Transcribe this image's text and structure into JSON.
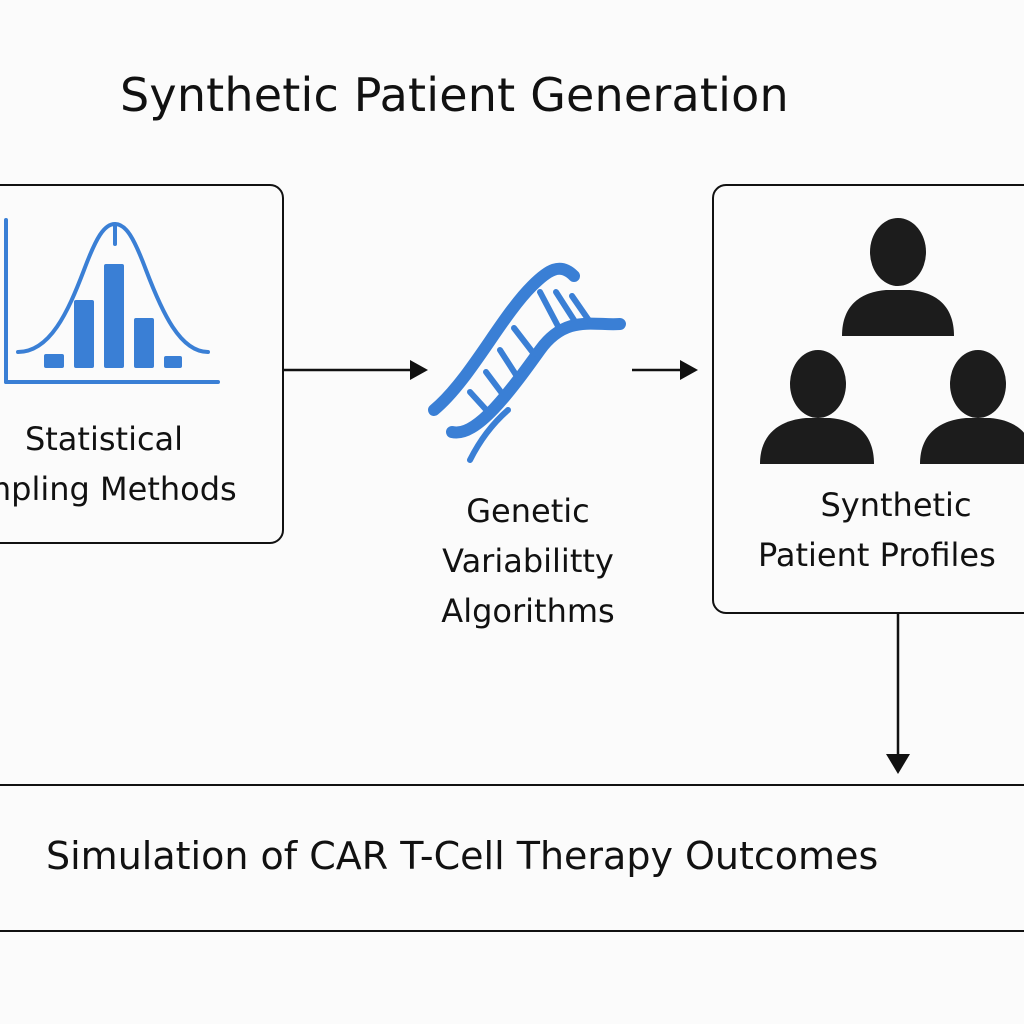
{
  "title": "Synthetic Patient Generation",
  "nodes": {
    "statistical": {
      "line1": "Statistical",
      "line2": "mpling Methods",
      "icon": "bell-curve-histogram-icon"
    },
    "genetic": {
      "line1": "Genetic",
      "line2": "Variabilitty",
      "line3": "Algorithms",
      "icon": "dna-helix-icon"
    },
    "profiles": {
      "line1": "Synthetic",
      "line2": "Patient Profiles",
      "icon": "patients-group-icon"
    }
  },
  "outcome": "Simulation of CAR T-Cell Therapy Outcomes",
  "colors": {
    "accent": "#3a7fd5",
    "dark": "#111111",
    "background": "#fbfbfb"
  }
}
